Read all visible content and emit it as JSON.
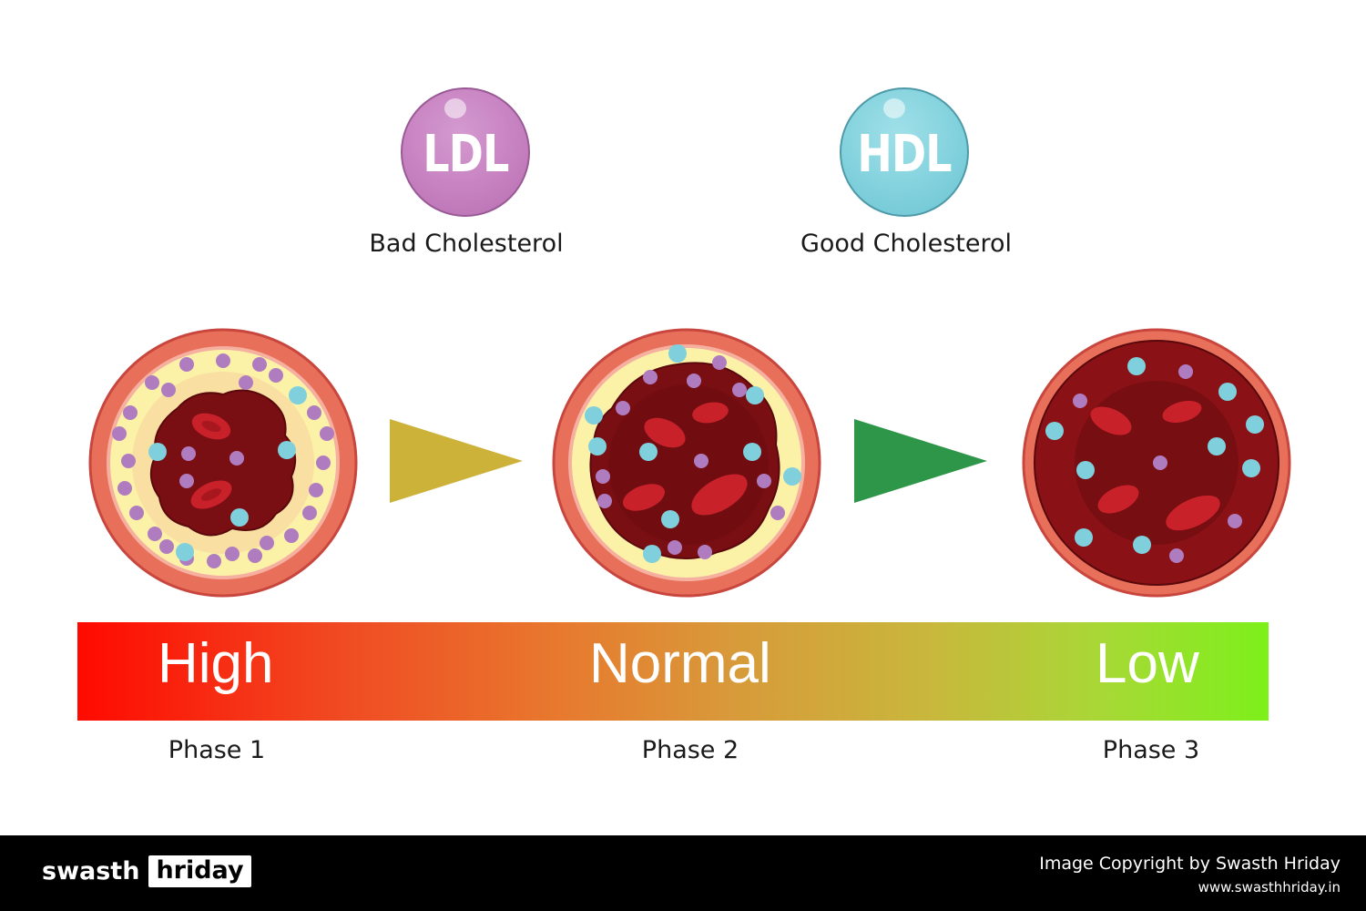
{
  "legend": [
    {
      "abbr": "LDL",
      "label": "Bad Cholesterol",
      "color": "#c57fbf"
    },
    {
      "abbr": "HDL",
      "label": "Good Cholesterol",
      "color": "#7fd0dc"
    }
  ],
  "level_bar": {
    "labels": [
      "High",
      "Normal",
      "Low"
    ]
  },
  "phases": [
    "Phase 1",
    "Phase 2",
    "Phase 3"
  ],
  "arrow_colors": [
    "#cdb23a",
    "#2e9648"
  ],
  "vessel_colors": {
    "wall": "#e8705a",
    "wall_border": "#c8463e",
    "plaque": "#fbf2a8",
    "blood": "#7a0f13",
    "cell": "#c9212a",
    "ldl_dot": "#b07cc0",
    "hdl_dot": "#7fd0dc"
  },
  "footer": {
    "logo_part1": "swasth",
    "logo_part2": "hriday",
    "copyright": "Image Copyright by Swasth Hriday",
    "website": "www.swasthhriday.in"
  }
}
